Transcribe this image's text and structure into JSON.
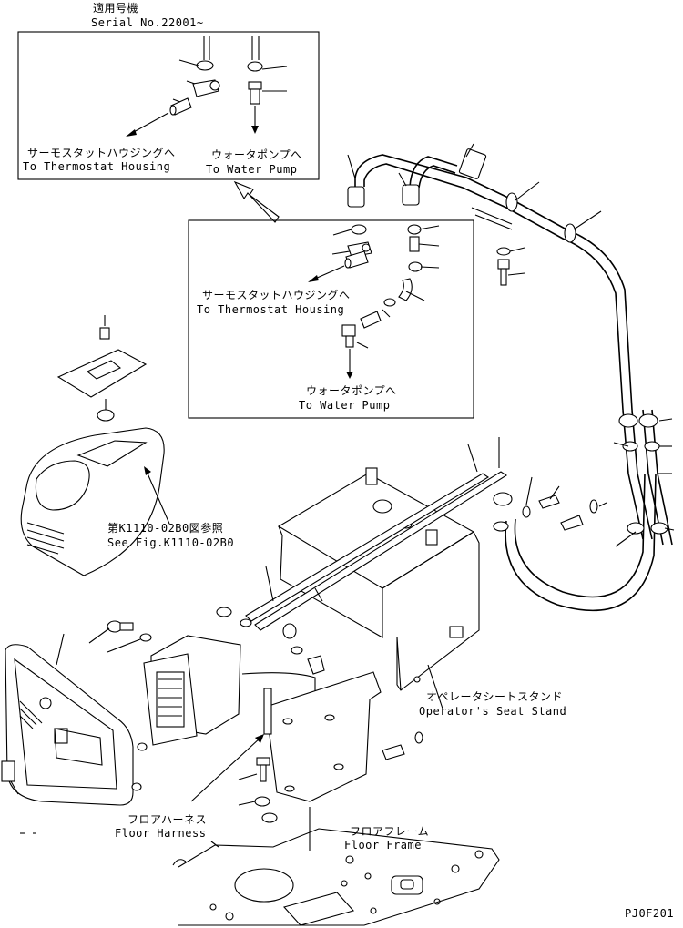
{
  "serial": {
    "ja": "適用号機",
    "en": "Serial No.22001~"
  },
  "inset_top": {
    "thermo_ja": "サーモスタットハウジングへ",
    "thermo_en": "To Thermostat Housing",
    "pump_ja": "ウォータポンプへ",
    "pump_en": "To Water Pump"
  },
  "inset_mid": {
    "thermo_ja": "サーモスタットハウジングへ",
    "thermo_en": "To Thermostat Housing",
    "pump_ja": "ウォータポンプへ",
    "pump_en": "To Water Pump"
  },
  "see_fig": {
    "ja": "第K1110-02B0図参照",
    "en": "See Fig.K1110-02B0"
  },
  "seat_stand": {
    "ja": "オペレータシートスタンド",
    "en": "Operator's Seat Stand"
  },
  "floor_harness": {
    "ja": "フロアハーネス",
    "en": "Floor Harness"
  },
  "floor_frame": {
    "ja": "フロアフレーム",
    "en": "Floor Frame"
  },
  "drawing_code": "PJ0F201"
}
